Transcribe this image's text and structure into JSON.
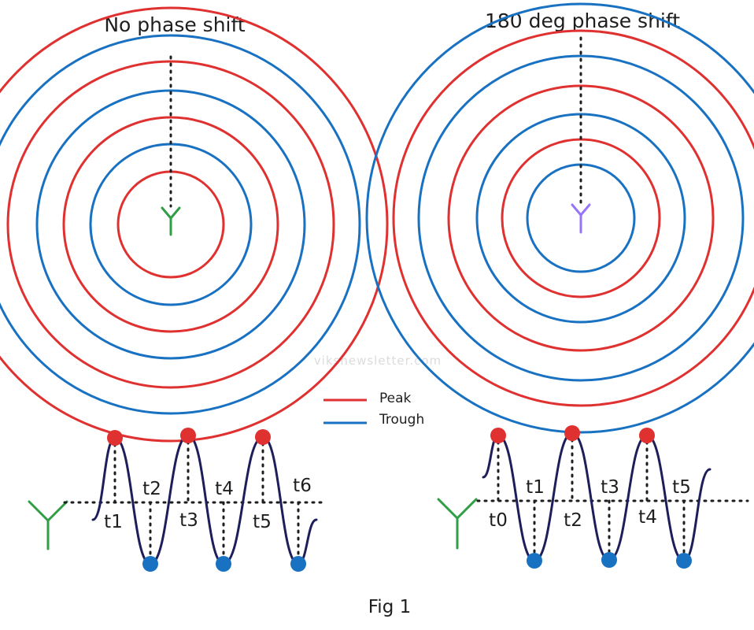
{
  "colors": {
    "peak": "#e03131",
    "trough": "#1971c2",
    "wave": "#1e1e5a",
    "dotted": "#1e1e1e",
    "antenna_left": "#2f9e44",
    "antenna_right": "#9775fa"
  },
  "panels": {
    "left": {
      "title": "No phase shift",
      "rings": [
        "peak",
        "trough",
        "peak",
        "trough",
        "peak",
        "trough",
        "peak"
      ],
      "antenna_icon": "antenna-icon",
      "time_labels": [
        "t1",
        "t2",
        "t3",
        "t4",
        "t5",
        "t6"
      ]
    },
    "right": {
      "title": "180 deg phase shift",
      "rings": [
        "trough",
        "peak",
        "trough",
        "peak",
        "trough",
        "peak",
        "trough"
      ],
      "antenna_icon": "antenna-icon",
      "time_labels": [
        "t0",
        "t1",
        "t2",
        "t3",
        "t4",
        "t5"
      ]
    }
  },
  "legend": {
    "peak_label": "Peak",
    "trough_label": "Trough"
  },
  "watermark": "viksnewsletter.com",
  "caption": "Fig 1"
}
